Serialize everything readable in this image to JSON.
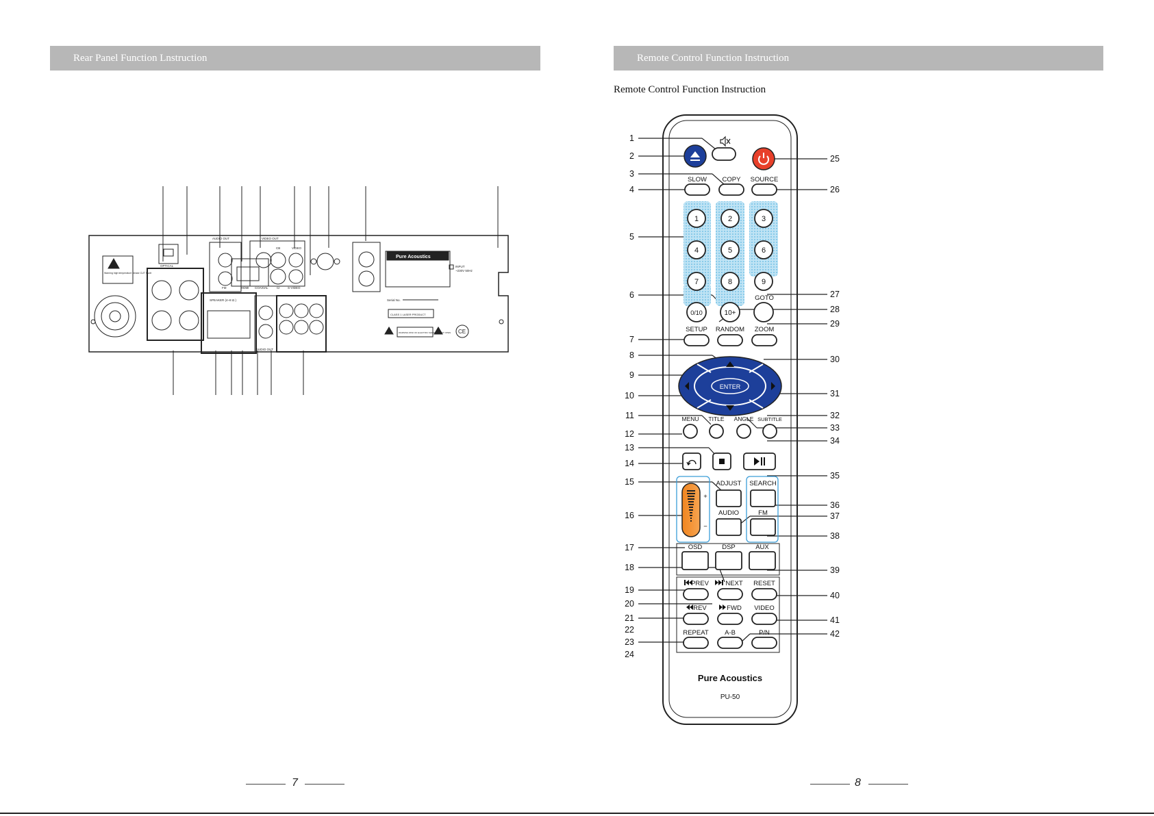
{
  "left_page": {
    "header": "Rear Panel Function Lnstruction",
    "page_number": "7",
    "panel": {
      "warning_text": "Warning high temperature please CUT 5 volt",
      "audio_out_label": "AUDIO OUT",
      "video_out_label": "VIDEO OUT",
      "cb_label": "CB",
      "video_label": "VIDEO",
      "hdmi_label": "HDMI",
      "coaxial_label": "COAXIAL",
      "cr_label": "Cr",
      "svideo_label": "S-VIDEO",
      "optical_label": "OPTICAL",
      "fm_label": "FM",
      "speaker_label": "SPEAKER (4~8 Ω )",
      "audio_out2_label": "AUDIO OUT",
      "brand": "Pure Acoustics",
      "serial_label": "Serial No.",
      "laser_label": "CLASS 1 LASER PRODUCT",
      "shock_warning": "WARNING RISK OF ELECTRIC SHOCK DO NOT OPEN",
      "input_label": "INPUT",
      "input_spec": "~230V 50Hz",
      "ce_mark": "CE"
    }
  },
  "right_page": {
    "header": "Remote Control Function Instruction",
    "subtitle": "Remote Control Function Instruction",
    "page_number": "8",
    "remote": {
      "labels": {
        "slow": "SLOW",
        "copy": "COPY",
        "source": "SOURCE",
        "goto": "GOTO",
        "setup": "SETUP",
        "random": "RANDOM",
        "zoom": "ZOOM",
        "enter": "ENTER",
        "menu": "MENU",
        "title": "TITLE",
        "angle": "ANGLE",
        "subtitle": "SUBTITLE",
        "adjust": "ADJUST",
        "search": "SEARCH",
        "audio": "AUDIO",
        "fm": "FM",
        "plus": "+",
        "minus": "−",
        "osd": "OSD",
        "dsp": "DSP",
        "aux": "AUX",
        "prev": "PREV",
        "next": "NEXT",
        "reset": "RESET",
        "rev": "REV",
        "fwd": "FWD",
        "video": "VIDEO",
        "repeat": "REPEAT",
        "ab": "A-B",
        "pn": "P/N",
        "brand": "Pure Acoustics",
        "model": "PU-50"
      },
      "digits": [
        "1",
        "2",
        "3",
        "4",
        "5",
        "6",
        "7",
        "8",
        "9",
        "0/10",
        "10+"
      ],
      "callouts_left": [
        "1",
        "2",
        "3",
        "4",
        "5",
        "6",
        "7",
        "8",
        "9",
        "10",
        "11",
        "12",
        "13",
        "14",
        "15",
        "16",
        "17",
        "18",
        "19",
        "20",
        "21",
        "22",
        "23",
        "24"
      ],
      "callouts_right": [
        "25",
        "26",
        "27",
        "28",
        "29",
        "30",
        "31",
        "32",
        "33",
        "34",
        "35",
        "36",
        "37",
        "38",
        "39",
        "40",
        "41",
        "42"
      ]
    }
  }
}
